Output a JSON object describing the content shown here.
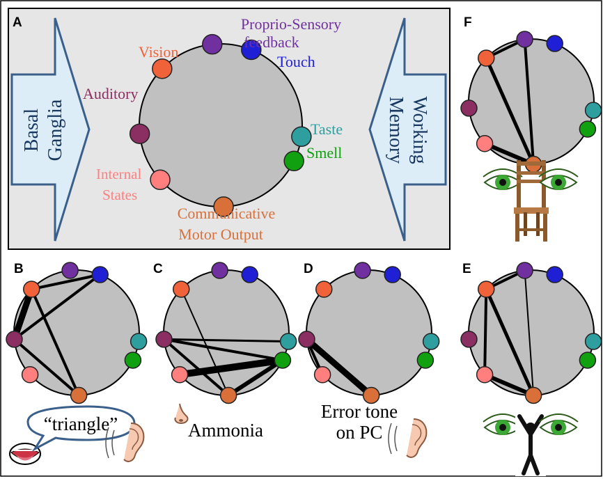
{
  "panels": {
    "A": "A",
    "B": "B",
    "C": "C",
    "D": "D",
    "E": "E",
    "F": "F"
  },
  "arrows": {
    "left": [
      "Basal",
      "Ganglia"
    ],
    "right": [
      "Working",
      "Memory"
    ]
  },
  "nodes": {
    "proprio": {
      "label": [
        "Proprio-Sensory",
        "feedback"
      ],
      "color": "#7030a0"
    },
    "touch": {
      "label": [
        "Touch"
      ],
      "color": "#1f1fd6"
    },
    "vision": {
      "label": [
        "Vision"
      ],
      "color": "#f0623a"
    },
    "auditory": {
      "label": [
        "Auditory"
      ],
      "color": "#8b2e62"
    },
    "taste": {
      "label": [
        "Taste"
      ],
      "color": "#2e9e9e"
    },
    "smell": {
      "label": [
        "Smell"
      ],
      "color": "#10a010"
    },
    "internal": {
      "label": [
        "Internal",
        "States"
      ],
      "color": "#ff7f7f"
    },
    "motor": {
      "label": [
        "Communicative",
        "Motor Output"
      ],
      "color": "#d9703a"
    }
  },
  "captions": {
    "B": "“triangle”",
    "C": "Ammonia",
    "D": [
      "Error tone",
      "on PC"
    ]
  },
  "icons": {
    "B": [
      "mouth-icon",
      "speech-bubble-icon",
      "ear-icon"
    ],
    "C": [
      "nose-icon"
    ],
    "D": [
      "ear-icon"
    ],
    "E": [
      "eye-icon",
      "person-silhouette-icon",
      "eye-icon"
    ],
    "F": [
      "eye-icon",
      "chair-icon",
      "eye-icon"
    ]
  },
  "edges": {
    "B": [
      [
        "vision",
        "auditory",
        9
      ],
      [
        "auditory",
        "touch",
        4
      ],
      [
        "vision",
        "touch",
        4
      ],
      [
        "vision",
        "motor",
        4
      ],
      [
        "auditory",
        "motor",
        4
      ]
    ],
    "C": [
      [
        "auditory",
        "taste",
        3
      ],
      [
        "auditory",
        "smell",
        4
      ],
      [
        "auditory",
        "motor",
        4
      ],
      [
        "vision",
        "motor",
        2
      ],
      [
        "internal",
        "smell",
        10
      ],
      [
        "motor",
        "smell",
        6
      ]
    ],
    "D": [
      [
        "auditory",
        "internal",
        4
      ],
      [
        "auditory",
        "motor",
        9
      ]
    ],
    "E": [
      [
        "vision",
        "proprio",
        4
      ],
      [
        "vision",
        "internal",
        4
      ],
      [
        "vision",
        "motor",
        5
      ],
      [
        "internal",
        "motor",
        6
      ],
      [
        "proprio",
        "motor",
        2
      ]
    ],
    "F": [
      [
        "vision",
        "proprio",
        4
      ],
      [
        "vision",
        "motor",
        5
      ],
      [
        "proprio",
        "motor",
        4
      ],
      [
        "internal",
        "motor",
        6
      ]
    ]
  }
}
